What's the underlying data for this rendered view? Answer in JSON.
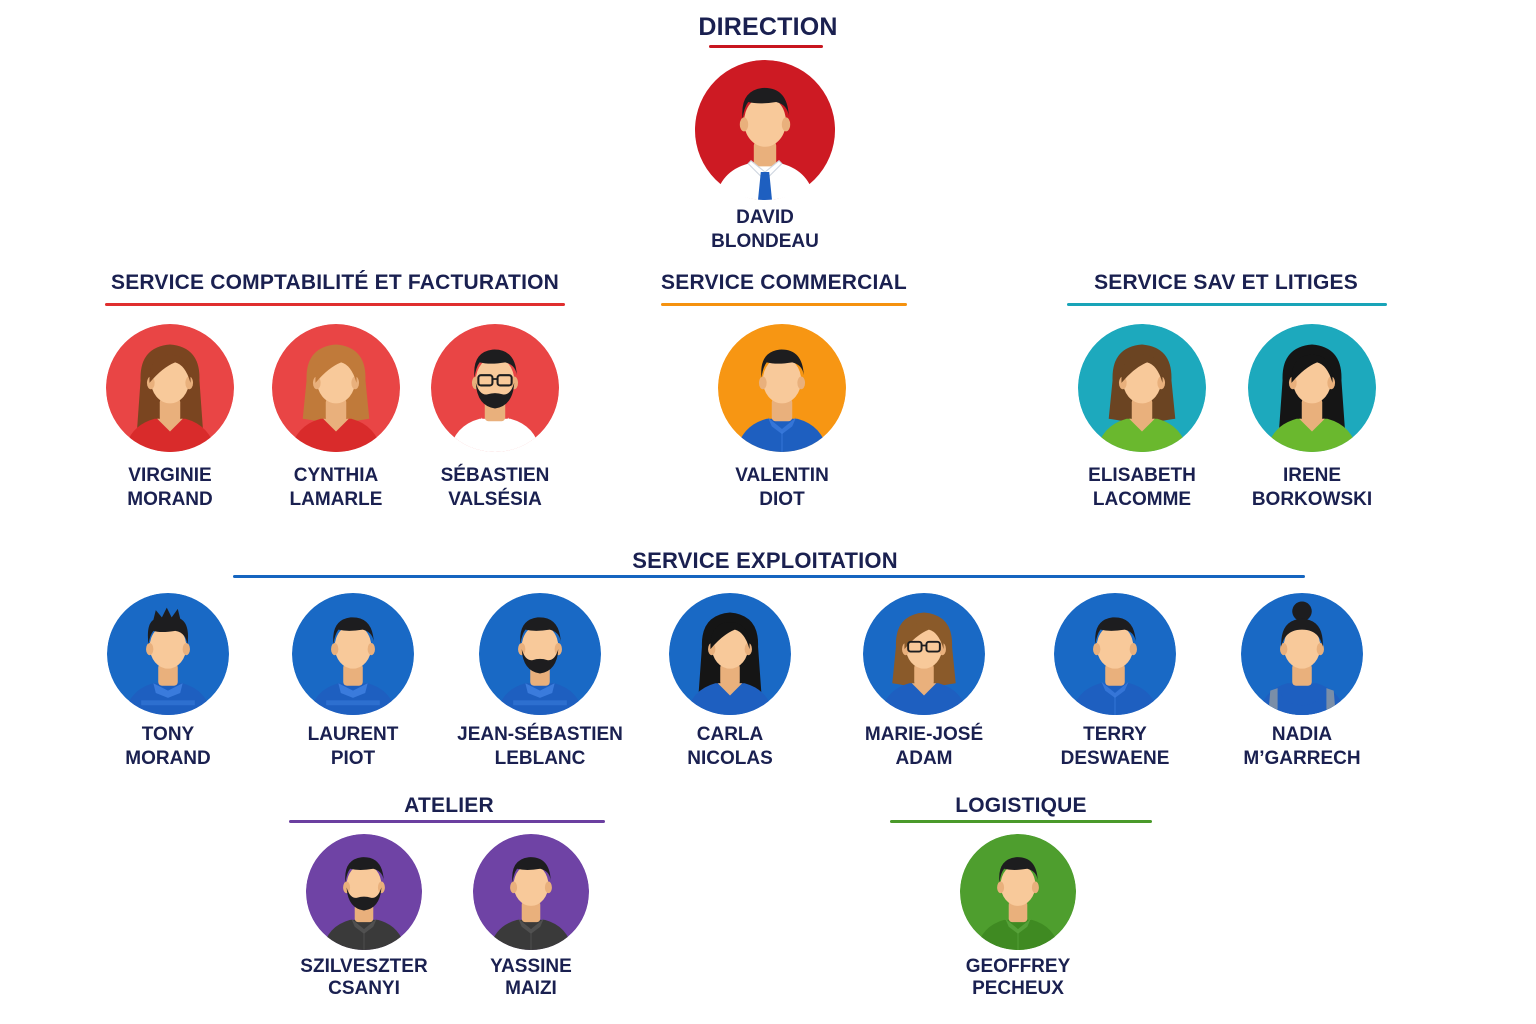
{
  "colors": {
    "direction": "#c8161f",
    "compta": "#e44141",
    "commercial": "#f5920f",
    "sav": "#18a4b8",
    "exploitation": "#1565c0",
    "atelier": "#6b3fa0",
    "logistique": "#4a9a2a",
    "text": "#1a2050"
  },
  "direction": {
    "title": "DIRECTION",
    "people": [
      {
        "first": "DAVID",
        "last": "BLONDEAU",
        "icon": "man-tie-avatar-icon"
      }
    ]
  },
  "compta": {
    "title": "SERVICE COMPTABILITÉ ET FACTURATION",
    "people": [
      {
        "first": "VIRGINIE",
        "last": "MORAND",
        "icon": "woman-long-hair-avatar-icon"
      },
      {
        "first": "CYNTHIA",
        "last": "LAMARLE",
        "icon": "woman-avatar-icon"
      },
      {
        "first": "SÉBASTIEN",
        "last": "VALSÉSIA",
        "icon": "man-beard-glasses-avatar-icon"
      }
    ]
  },
  "commercial": {
    "title": "SERVICE COMMERCIAL",
    "people": [
      {
        "first": "VALENTIN",
        "last": "DIOT",
        "icon": "man-avatar-icon"
      }
    ]
  },
  "sav": {
    "title": "SERVICE SAV ET LITIGES",
    "people": [
      {
        "first": "ELISABETH",
        "last": "LACOMME",
        "icon": "woman-avatar-icon"
      },
      {
        "first": "IRENE",
        "last": "BORKOWSKI",
        "icon": "woman-long-hair-avatar-icon"
      }
    ]
  },
  "exploitation": {
    "title": "SERVICE EXPLOITATION",
    "people": [
      {
        "first": "TONY",
        "last": "MORAND",
        "icon": "man-spiky-hair-avatar-icon"
      },
      {
        "first": "LAURENT",
        "last": "PIOT",
        "icon": "man-avatar-icon"
      },
      {
        "first": "JEAN-SÉBASTIEN",
        "last": "LEBLANC",
        "icon": "man-beard-avatar-icon"
      },
      {
        "first": "CARLA",
        "last": "NICOLAS",
        "icon": "woman-long-hair-avatar-icon"
      },
      {
        "first": "MARIE-JOSÉ",
        "last": "ADAM",
        "icon": "woman-glasses-avatar-icon"
      },
      {
        "first": "TERRY",
        "last": "DESWAENE",
        "icon": "man-avatar-icon"
      },
      {
        "first": "NADIA",
        "last": "M’GARRECH",
        "icon": "woman-bun-avatar-icon"
      }
    ]
  },
  "atelier": {
    "title": "ATELIER",
    "people": [
      {
        "first": "SZILVESZTER",
        "last": "CSANYI",
        "icon": "man-beard-avatar-icon"
      },
      {
        "first": "YASSINE",
        "last": "MAIZI",
        "icon": "man-avatar-icon"
      }
    ]
  },
  "logistique": {
    "title": "LOGISTIQUE",
    "people": [
      {
        "first": "GEOFFREY",
        "last": "PECHEUX",
        "icon": "man-avatar-icon"
      }
    ]
  }
}
